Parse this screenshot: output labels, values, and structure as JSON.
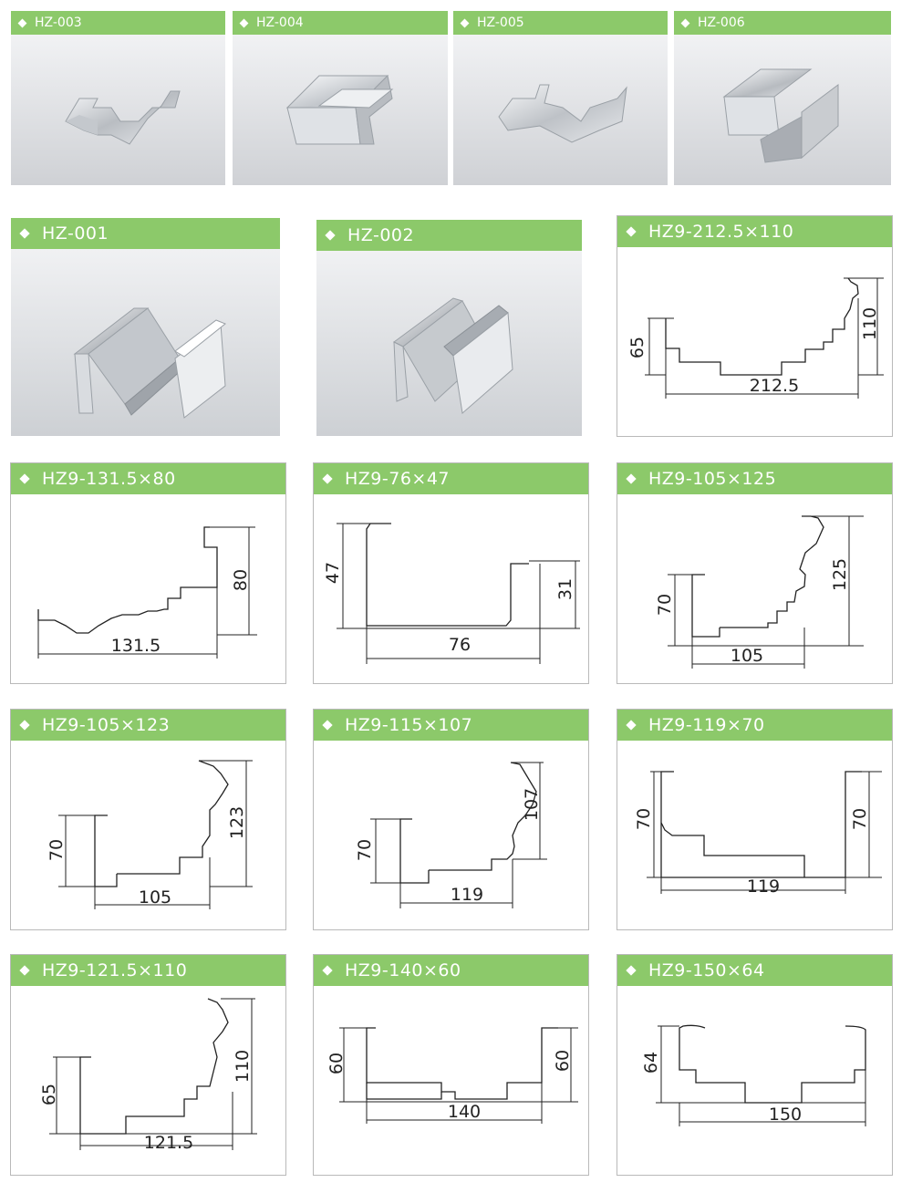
{
  "accent_color": "#8cc96a",
  "photos": [
    {
      "id": "hz003",
      "title": "HZ-003"
    },
    {
      "id": "hz004",
      "title": "HZ-004"
    },
    {
      "id": "hz005",
      "title": "HZ-005"
    },
    {
      "id": "hz006",
      "title": "HZ-006"
    },
    {
      "id": "hz001",
      "title": "HZ-001"
    },
    {
      "id": "hz002",
      "title": "HZ-002"
    }
  ],
  "profiles": [
    {
      "title": "HZ9-212.5×110",
      "dims": [
        "65",
        "110",
        "212.5"
      ]
    },
    {
      "title": "HZ9-131.5×80",
      "dims": [
        "80",
        "131.5"
      ]
    },
    {
      "title": "HZ9-76×47",
      "dims": [
        "47",
        "31",
        "76"
      ]
    },
    {
      "title": "HZ9-105×125",
      "dims": [
        "70",
        "125",
        "105"
      ]
    },
    {
      "title": "HZ9-105×123",
      "dims": [
        "70",
        "123",
        "105"
      ]
    },
    {
      "title": "HZ9-115×107",
      "dims": [
        "70",
        "107",
        "119"
      ]
    },
    {
      "title": "HZ9-119×70",
      "dims": [
        "70",
        "70",
        "119"
      ]
    },
    {
      "title": "HZ9-121.5×110",
      "dims": [
        "65",
        "110",
        "121.5"
      ]
    },
    {
      "title": "HZ9-140×60",
      "dims": [
        "60",
        "60",
        "140"
      ]
    },
    {
      "title": "HZ9-150×64",
      "dims": [
        "64",
        "150"
      ]
    }
  ]
}
